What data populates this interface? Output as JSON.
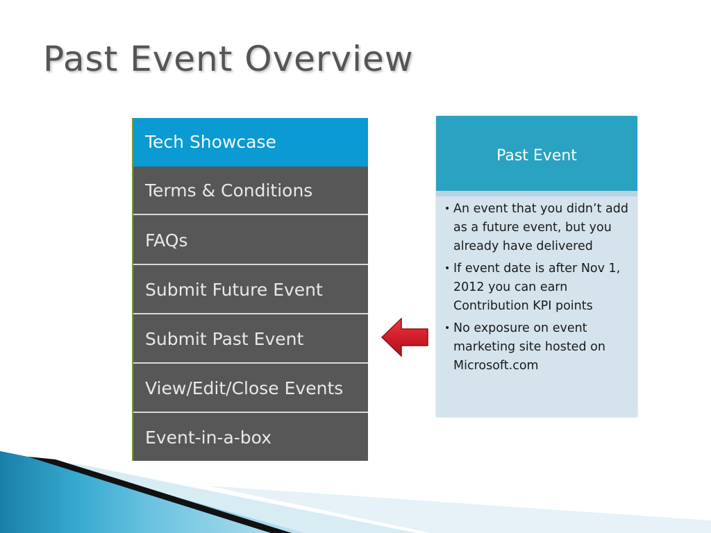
{
  "slide": {
    "title": "Past Event Overview"
  },
  "nav": {
    "items": [
      {
        "label": "Tech Showcase",
        "active": true
      },
      {
        "label": "Terms & Conditions",
        "active": false
      },
      {
        "label": "FAQs",
        "active": false
      },
      {
        "label": "Submit Future Event",
        "active": false
      },
      {
        "label": "Submit Past Event",
        "active": false
      },
      {
        "label": "View/Edit/Close Events",
        "active": false
      },
      {
        "label": "Event-in-a-box",
        "active": false
      }
    ]
  },
  "pointer": {
    "icon": "left-arrow-icon",
    "color": "#d01f2a"
  },
  "card": {
    "header": "Past Event",
    "bullet_symbol": "•",
    "bullets": [
      "An event that you didn’t add as a future event, but you already have delivered",
      "If event date is after Nov 1, 2012 you can earn Contribution KPI points",
      "No exposure on event marketing site hosted on Microsoft.com"
    ]
  },
  "colors": {
    "active_nav": "#0b9ad2",
    "nav_background": "#575757",
    "card_header": "#2aa2c1",
    "card_body": "#d4e3ec"
  }
}
